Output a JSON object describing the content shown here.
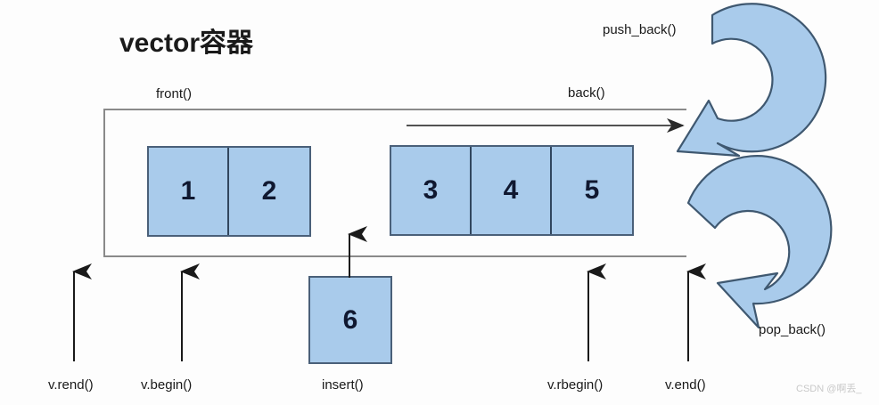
{
  "title": "vector容器",
  "watermark": "CSDN @啊丢_",
  "colors": {
    "element_fill": "#a9cbeb",
    "element_border": "#4a6079",
    "container_border": "#8a8a8a",
    "big_arrow_fill": "#a9cbeb",
    "big_arrow_border": "#3f5870",
    "text": "#1a1a1a"
  },
  "container": {
    "label_front": "front()",
    "label_back": "back()"
  },
  "operations": {
    "push_back": "push_back()",
    "pop_back": "pop_back()",
    "insert": "insert()"
  },
  "iterators": {
    "rend": "v.rend()",
    "begin": "v.begin()",
    "rbegin": "v.rbegin()",
    "end": "v.end()"
  },
  "elements": {
    "left_group": [
      "1",
      "2"
    ],
    "right_group": [
      "3",
      "4",
      "5"
    ],
    "insert_value": "6"
  }
}
